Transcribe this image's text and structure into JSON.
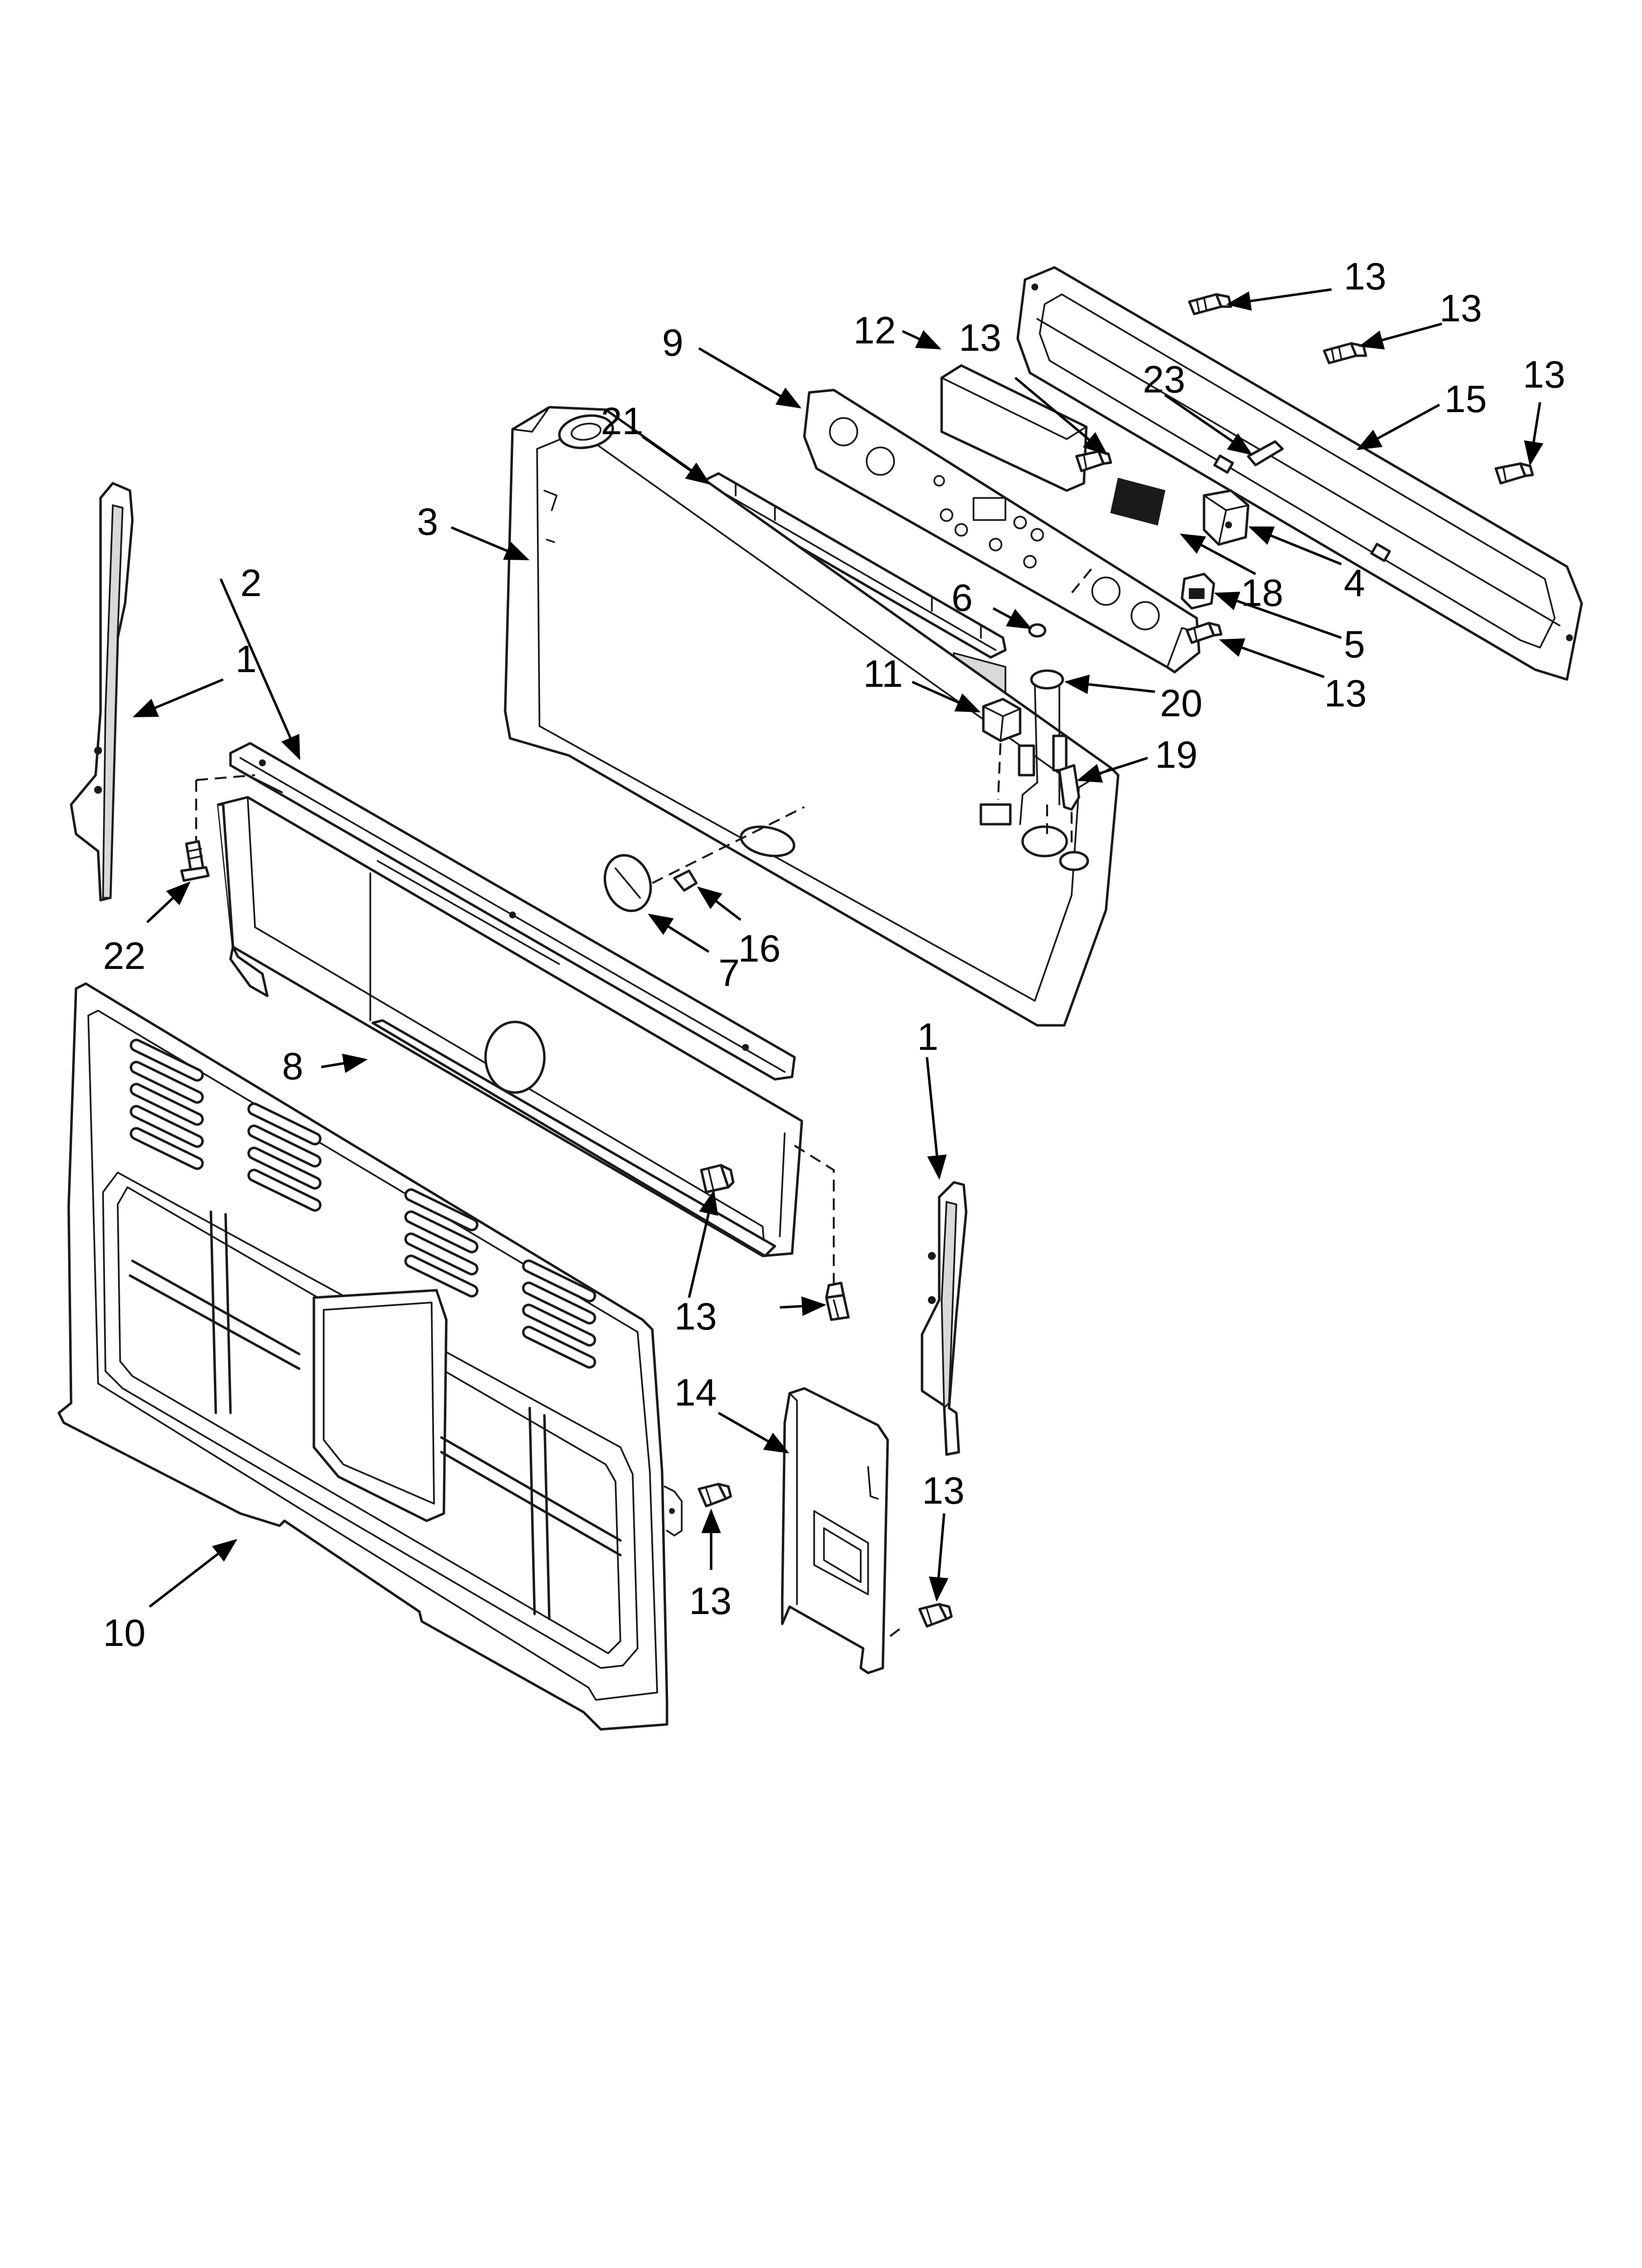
{
  "callouts": {
    "c1a": "1",
    "c1b": "1",
    "c2": "2",
    "c3": "3",
    "c4": "4",
    "c5": "5",
    "c6": "6",
    "c7": "7",
    "c8": "8",
    "c9": "9",
    "c10": "10",
    "c11": "11",
    "c12": "12",
    "c13a": "13",
    "c13b": "13",
    "c13c": "13",
    "c13d": "13",
    "c13e": "13",
    "c13f": "13",
    "c13g": "13",
    "c13h": "13",
    "c14": "14",
    "c15": "15",
    "c16": "16",
    "c18": "18",
    "c19": "19",
    "c20": "20",
    "c21": "21",
    "c22": "22",
    "c23": "23"
  }
}
